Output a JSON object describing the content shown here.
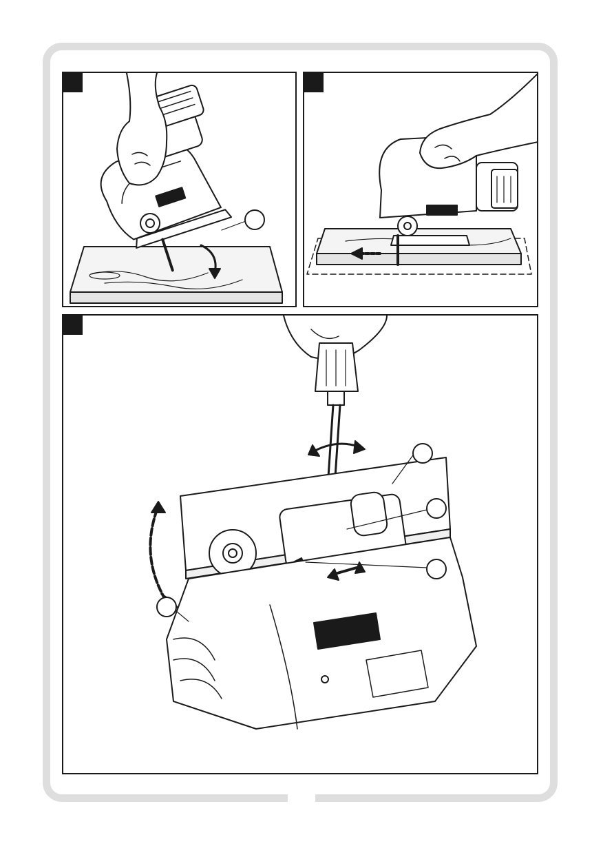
{
  "panels": [
    {
      "id": "panel-1",
      "marker": "",
      "callouts": [
        ""
      ]
    },
    {
      "id": "panel-2",
      "marker": "",
      "callouts": []
    },
    {
      "id": "panel-3",
      "marker": "",
      "callouts": [
        "",
        "",
        "",
        ""
      ]
    }
  ],
  "colors": {
    "ink": "#1a1a1a",
    "frame": "#dedede",
    "marker": "#1a1a1a",
    "wood": "#f2f2f2"
  }
}
